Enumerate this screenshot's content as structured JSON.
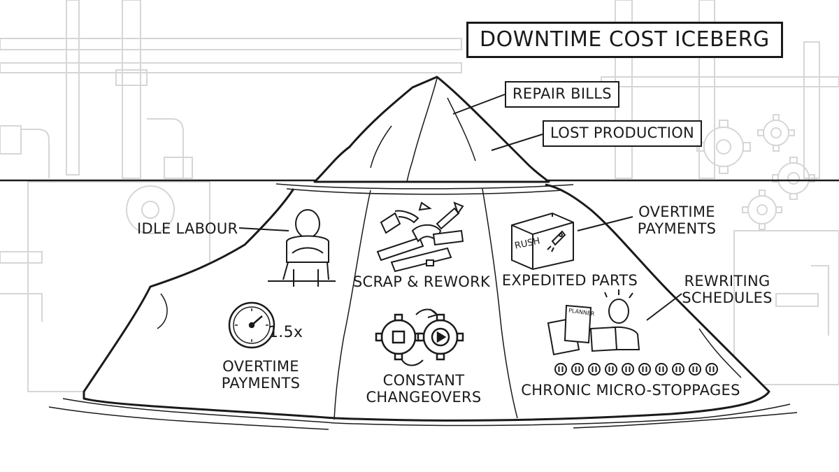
{
  "title": "DOWNTIME COST ICEBERG",
  "above_water": [
    {
      "label": "REPAIR BILLS"
    },
    {
      "label": "LOST PRODUCTION"
    }
  ],
  "below_water": {
    "idle_labour": "IDLE LABOUR",
    "scrap_rework": "SCRAP & REWORK",
    "expedited_parts": "EXPEDITED PARTS",
    "overtime_payments_right_line1": "OVERTIME",
    "overtime_payments_right_line2": "PAYMENTS",
    "rewriting_schedules_line1": "REWRITING",
    "rewriting_schedules_line2": "SCHEDULES",
    "overtime_payments_left_line1": "OVERTIME",
    "overtime_payments_left_line2": "PAYMENTS",
    "constant_changeovers_line1": "CONSTANT",
    "constant_changeovers_line2": "CHANGEOVERS",
    "chronic_micro_stoppages": "CHRONIC MICRO-STOPPAGES"
  },
  "icons": {
    "gauge_value": "1.5x",
    "box_stamp": "RUSH",
    "clipboard_heading": "PLANNER"
  },
  "colors": {
    "ink": "#1a1a1a",
    "background_sketch": "#d6d6d6",
    "paper": "#ffffff"
  }
}
